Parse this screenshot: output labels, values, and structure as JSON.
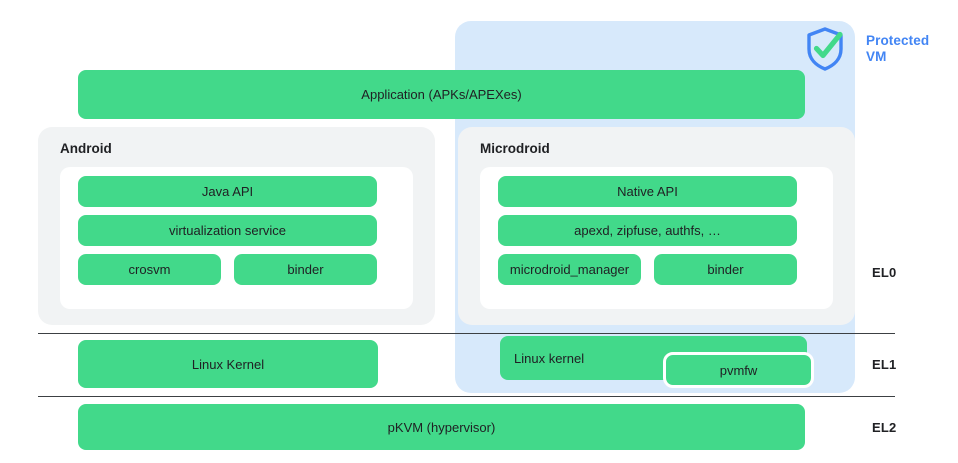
{
  "diagram": {
    "protected_vm": {
      "label_line1": "Protected",
      "label_line2": "VM",
      "accent_color": "#4285f4",
      "panel_color": "#d7e9fb",
      "shield_icon": "shield-check-icon",
      "check_color": "#42d98a"
    },
    "application_bar": {
      "label": "Application (APKs/APEXes)"
    },
    "stacks": [
      {
        "title": "Android",
        "rows": [
          {
            "label": "Java API"
          },
          {
            "label": "virtualization service"
          },
          {
            "label": "crosvm"
          },
          {
            "label": "binder"
          }
        ]
      },
      {
        "title": "Microdroid",
        "rows": [
          {
            "label": "Native API"
          },
          {
            "label": "apexd, zipfuse, authfs, …"
          },
          {
            "label": "microdroid_manager"
          },
          {
            "label": "binder"
          }
        ]
      }
    ],
    "el1_row": {
      "linux_kernel_left": "Linux Kernel",
      "linux_kernel_right": "Linux kernel",
      "pvmfw": "pvmfw"
    },
    "el2_row": {
      "hypervisor": "pKVM (hypervisor)"
    },
    "exception_levels": [
      {
        "label": "EL0"
      },
      {
        "label": "EL1"
      },
      {
        "label": "EL2"
      }
    ],
    "colors": {
      "green_block": "#42d98a",
      "panel_gray": "#f1f3f4",
      "card_white": "#ffffff",
      "text_dark": "#202124",
      "divider": "#3c4043"
    }
  }
}
